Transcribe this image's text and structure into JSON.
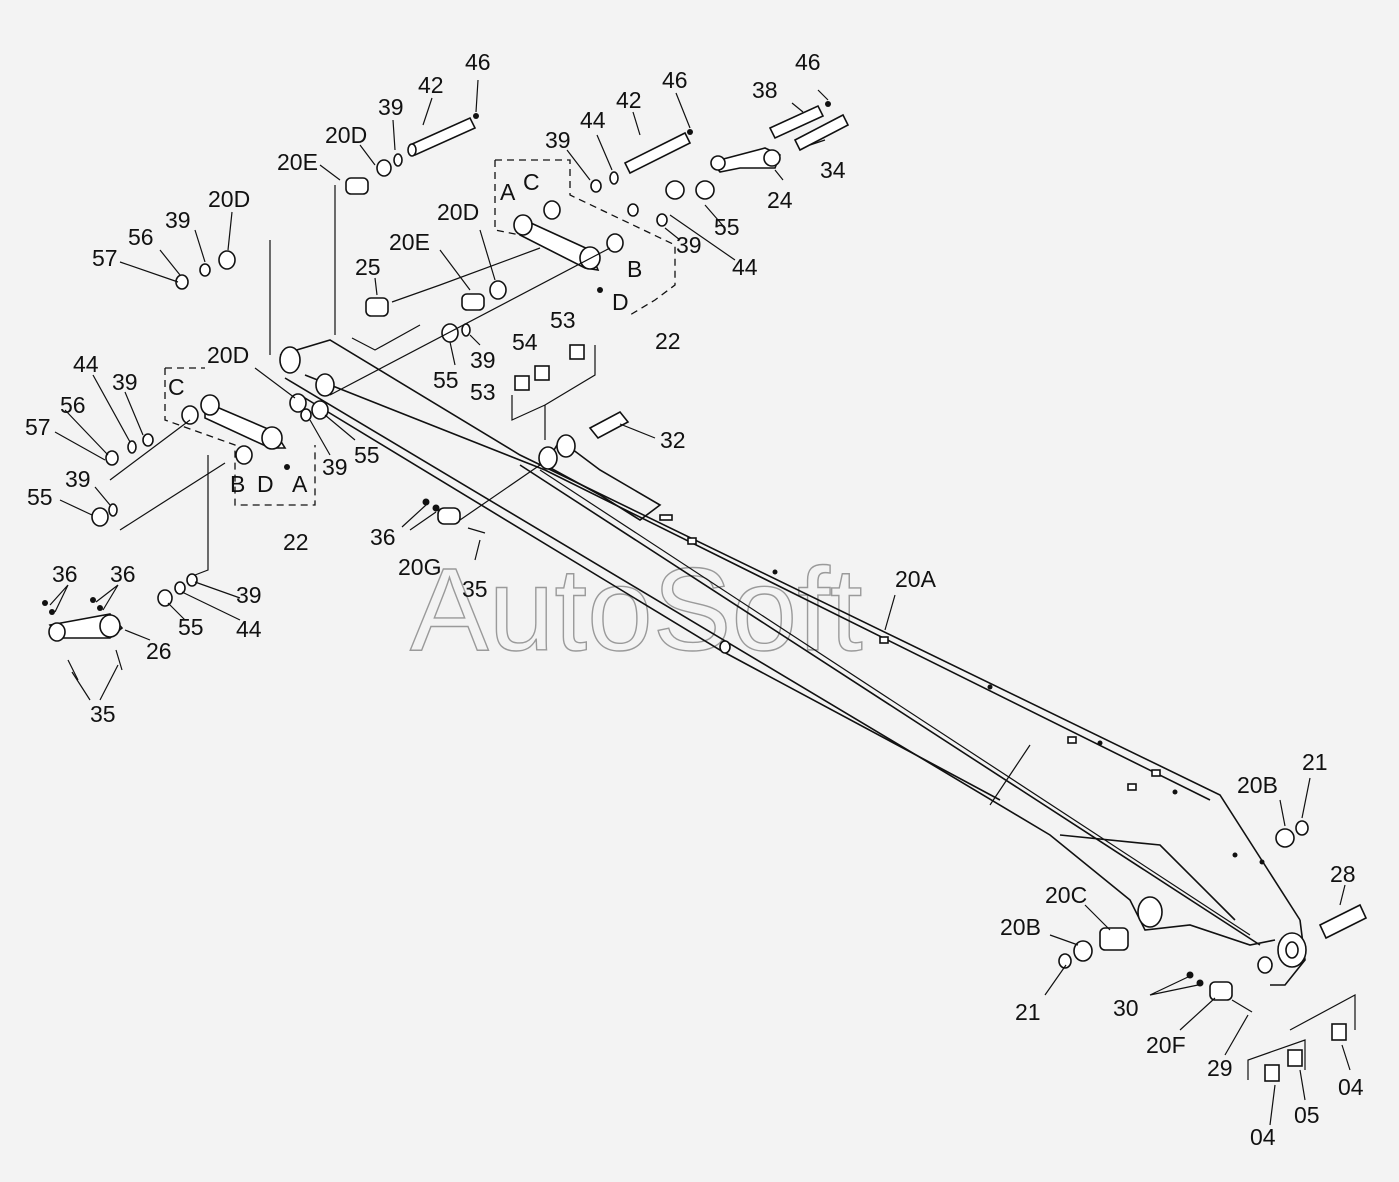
{
  "watermark": "AutoSoft",
  "labels": [
    {
      "id": "46a",
      "text": "46"
    },
    {
      "id": "42a",
      "text": "42"
    },
    {
      "id": "39a",
      "text": "39"
    },
    {
      "id": "20Da",
      "text": "20D"
    },
    {
      "id": "20Ea",
      "text": "20E"
    },
    {
      "id": "46b",
      "text": "46"
    },
    {
      "id": "42b",
      "text": "42"
    },
    {
      "id": "44a",
      "text": "44"
    },
    {
      "id": "39b",
      "text": "39"
    },
    {
      "id": "Ca",
      "text": "C"
    },
    {
      "id": "Aa",
      "text": "A"
    },
    {
      "id": "46c",
      "text": "46"
    },
    {
      "id": "38",
      "text": "38"
    },
    {
      "id": "34",
      "text": "34"
    },
    {
      "id": "24",
      "text": "24"
    },
    {
      "id": "55a",
      "text": "55"
    },
    {
      "id": "39c",
      "text": "39"
    },
    {
      "id": "44b",
      "text": "44"
    },
    {
      "id": "Ba",
      "text": "B"
    },
    {
      "id": "Da",
      "text": "D"
    },
    {
      "id": "22a",
      "text": "22"
    },
    {
      "id": "20Db",
      "text": "20D"
    },
    {
      "id": "20Eb",
      "text": "20E"
    },
    {
      "id": "25",
      "text": "25"
    },
    {
      "id": "20Dc",
      "text": "20D"
    },
    {
      "id": "39d",
      "text": "39"
    },
    {
      "id": "56a",
      "text": "56"
    },
    {
      "id": "57a",
      "text": "57"
    },
    {
      "id": "53a",
      "text": "53"
    },
    {
      "id": "54",
      "text": "54"
    },
    {
      "id": "53b",
      "text": "53"
    },
    {
      "id": "39e",
      "text": "39"
    },
    {
      "id": "55b",
      "text": "55"
    },
    {
      "id": "20Dd",
      "text": "20D"
    },
    {
      "id": "44c",
      "text": "44"
    },
    {
      "id": "39f",
      "text": "39"
    },
    {
      "id": "Cb",
      "text": "C"
    },
    {
      "id": "56b",
      "text": "56"
    },
    {
      "id": "57b",
      "text": "57"
    },
    {
      "id": "39g",
      "text": "39"
    },
    {
      "id": "55c",
      "text": "55"
    },
    {
      "id": "Bb",
      "text": "B"
    },
    {
      "id": "Db",
      "text": "D"
    },
    {
      "id": "Ab",
      "text": "A"
    },
    {
      "id": "22b",
      "text": "22"
    },
    {
      "id": "39h",
      "text": "39"
    },
    {
      "id": "55d",
      "text": "55"
    },
    {
      "id": "32",
      "text": "32"
    },
    {
      "id": "36a",
      "text": "36"
    },
    {
      "id": "20G",
      "text": "20G"
    },
    {
      "id": "35a",
      "text": "35"
    },
    {
      "id": "20A",
      "text": "20A"
    },
    {
      "id": "36b",
      "text": "36"
    },
    {
      "id": "36c",
      "text": "36"
    },
    {
      "id": "39i",
      "text": "39"
    },
    {
      "id": "55e",
      "text": "55"
    },
    {
      "id": "44d",
      "text": "44"
    },
    {
      "id": "26",
      "text": "26"
    },
    {
      "id": "35b",
      "text": "35"
    },
    {
      "id": "20Ba",
      "text": "20B"
    },
    {
      "id": "21a",
      "text": "21"
    },
    {
      "id": "28",
      "text": "28"
    },
    {
      "id": "20C",
      "text": "20C"
    },
    {
      "id": "20Bb",
      "text": "20B"
    },
    {
      "id": "21b",
      "text": "21"
    },
    {
      "id": "30",
      "text": "30"
    },
    {
      "id": "20F",
      "text": "20F"
    },
    {
      "id": "29",
      "text": "29"
    },
    {
      "id": "04a",
      "text": "04"
    },
    {
      "id": "05",
      "text": "05"
    },
    {
      "id": "04b",
      "text": "04"
    }
  ]
}
